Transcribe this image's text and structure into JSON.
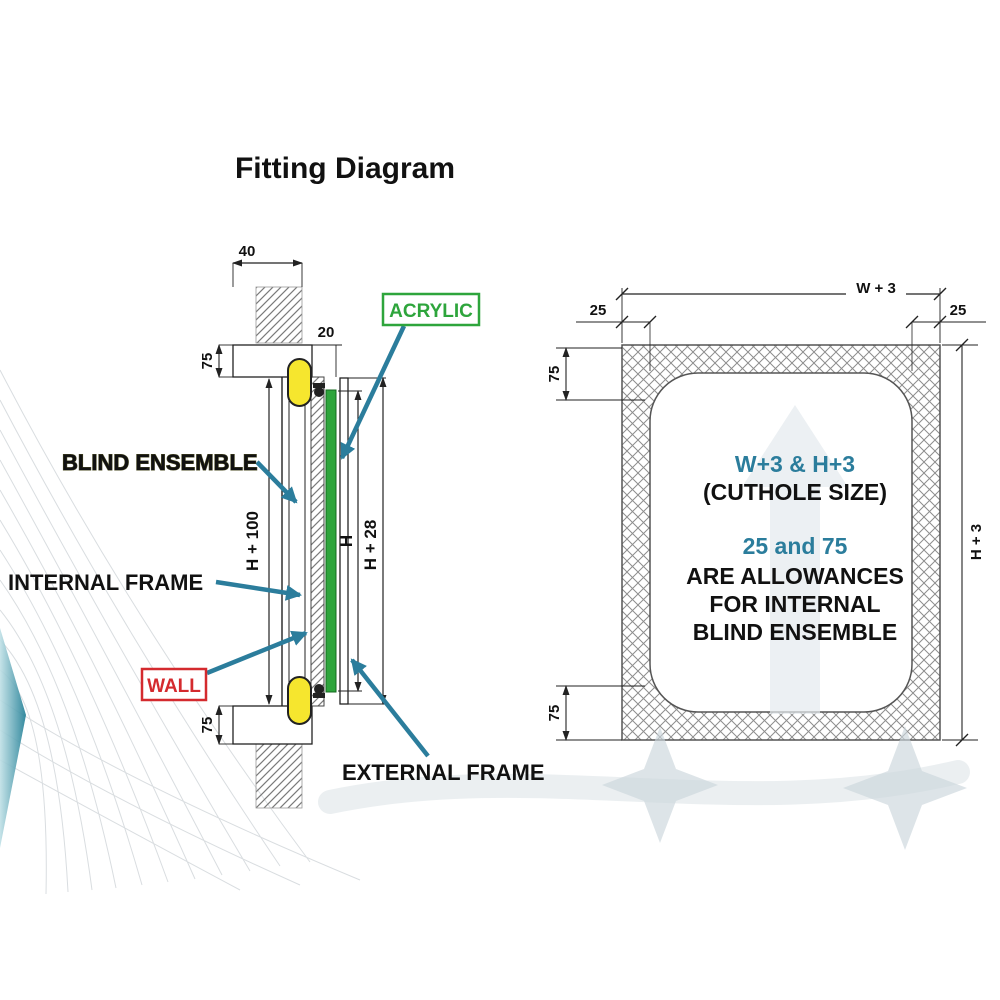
{
  "title": "Fitting Diagram",
  "colors": {
    "teal": "#2b7d9c",
    "green": "#2ea53c",
    "yellow": "#f6e62e",
    "red": "#d42a2e",
    "ink": "#111111",
    "watermark": "#cbd5dc"
  },
  "section_view": {
    "dims": {
      "d40": "40",
      "d20": "20",
      "d75_top": "75",
      "d75_bottom": "75",
      "h100": "H + 100",
      "h": "H",
      "h28": "H + 28"
    },
    "labels": {
      "acrylic": "ACRYLIC",
      "blind_ensemble": "BLIND ENSEMBLE",
      "internal_frame": "INTERNAL FRAME",
      "wall": "WALL",
      "external_frame": "EXTERNAL FRAME"
    }
  },
  "front_view": {
    "dims": {
      "w3": "W + 3",
      "d25_left": "25",
      "d25_right": "25",
      "d75_top": "75",
      "d75_bottom": "75",
      "h3": "H + 3"
    },
    "note": {
      "line1": "W+3  &  H+3",
      "line2": "(CUTHOLE SIZE)",
      "line3": "25 and 75",
      "line4": "ARE ALLOWANCES",
      "line5": "FOR INTERNAL",
      "line6": "BLIND ENSEMBLE"
    }
  }
}
